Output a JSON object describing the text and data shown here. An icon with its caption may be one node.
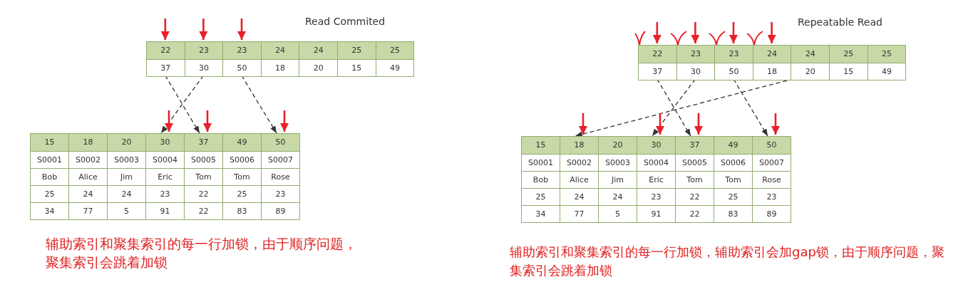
{
  "diagram": {
    "nodes": [
      {
        "text": [
          "22",
          "37"
        ]
      },
      {
        "text": [
          "23",
          "30"
        ]
      },
      {
        "text": [
          "23",
          "50"
        ]
      },
      {
        "text": [
          "24",
          "18"
        ]
      },
      {
        "text": [
          "24",
          "20"
        ]
      },
      {
        "text": [
          "25",
          "15"
        ]
      },
      {
        "text": [
          "25",
          "49"
        ]
      },
      {
        "text": [
          "15",
          "S0001",
          "Bob",
          "25",
          "34"
        ]
      },
      {
        "text": [
          "18",
          "S0002",
          "Alice",
          "24",
          "77"
        ]
      },
      {
        "text": [
          "20",
          "S0003",
          "Jim",
          "24",
          "5"
        ]
      },
      {
        "text": [
          "30",
          "S0004",
          "Eric",
          "23",
          "91"
        ]
      },
      {
        "text": [
          "37",
          "S0005",
          "Tom",
          "22",
          "22"
        ]
      },
      {
        "text": [
          "49",
          "S0006",
          "Tom",
          "25",
          "83"
        ]
      },
      {
        "text": [
          "50",
          "S0007",
          "Rose",
          "23",
          "89"
        ]
      },
      {
        "text": [
          "22",
          "37"
        ]
      },
      {
        "text": [
          "23",
          "30"
        ]
      },
      {
        "text": [
          "23",
          "50"
        ]
      },
      {
        "text": [
          "24",
          "18"
        ]
      },
      {
        "text": [
          "24",
          "20"
        ]
      },
      {
        "text": [
          "25",
          "15"
        ]
      },
      {
        "text": [
          "25",
          "49"
        ]
      },
      {
        "text": [
          "15",
          "S0001",
          "Bob",
          "25",
          "34"
        ]
      },
      {
        "text": [
          "18",
          "S0002",
          "Alice",
          "24",
          "77"
        ]
      },
      {
        "text": [
          "20",
          "S0003",
          "Jim",
          "24",
          "5"
        ]
      },
      {
        "text": [
          "30",
          "S0004",
          "Eric",
          "23",
          "91"
        ]
      },
      {
        "text": [
          "37",
          "S0005",
          "Tom",
          "22",
          "22"
        ]
      },
      {
        "text": [
          "49",
          "S0006",
          "Tom",
          "25",
          "83"
        ]
      },
      {
        "text": [
          "50",
          "S0007",
          "Rose",
          "23",
          "89"
        ]
      }
    ],
    "edges": [
      {
        "from": 0,
        "to": 11,
        "arrow": "to",
        "style": "dashed",
        "color": "#333333"
      },
      {
        "from": 1,
        "to": 10,
        "arrow": "to",
        "style": "dashed",
        "color": "#333333"
      },
      {
        "from": 2,
        "to": 13,
        "arrow": "to",
        "style": "dashed",
        "color": "#333333"
      },
      {
        "from": null,
        "to": 0,
        "arrow": "to",
        "color": "#e8202a"
      },
      {
        "from": null,
        "to": 1,
        "arrow": "to",
        "color": "#e8202a"
      },
      {
        "from": null,
        "to": 2,
        "arrow": "to",
        "color": "#e8202a"
      },
      {
        "from": null,
        "to": 10,
        "arrow": "to",
        "color": "#e8202a"
      },
      {
        "from": null,
        "to": 11,
        "arrow": "to",
        "color": "#e8202a"
      },
      {
        "from": null,
        "to": 13,
        "arrow": "to",
        "color": "#e8202a"
      },
      {
        "from": 14,
        "to": 25,
        "arrow": "to",
        "style": "dashed",
        "color": "#333333"
      },
      {
        "from": 15,
        "to": 24,
        "arrow": "to",
        "style": "dashed",
        "color": "#333333"
      },
      {
        "from": 16,
        "to": 27,
        "arrow": "to",
        "style": "dashed",
        "color": "#333333"
      },
      {
        "from": 17,
        "to": 22,
        "arrow": "to",
        "style": "dashed",
        "color": "#333333"
      },
      {
        "from": null,
        "to": 14,
        "arrow": "to",
        "color": "#e8202a"
      },
      {
        "from": null,
        "to": 15,
        "arrow": "to",
        "color": "#e8202a"
      },
      {
        "from": null,
        "to": 16,
        "arrow": "to",
        "color": "#e8202a"
      },
      {
        "from": null,
        "to": 17,
        "arrow": "to",
        "color": "#e8202a"
      },
      {
        "from": null,
        "to": 22,
        "arrow": "to",
        "color": "#e8202a"
      },
      {
        "from": null,
        "to": 24,
        "arrow": "to",
        "color": "#e8202a"
      },
      {
        "from": null,
        "to": 25,
        "arrow": "to",
        "color": "#e8202a"
      },
      {
        "from": null,
        "to": 27,
        "arrow": "to",
        "color": "#e8202a"
      }
    ],
    "labels": [
      "Read Commited",
      "Repeatable Read",
      "辅助索引和聚集索引的每一行加锁，由于顺序问题，聚集索引会跳着加锁",
      "辅助索引和聚集索引的每一行加锁，辅助索引会加gap锁，由于顺序问题，聚集索引会跳着加锁"
    ]
  }
}
